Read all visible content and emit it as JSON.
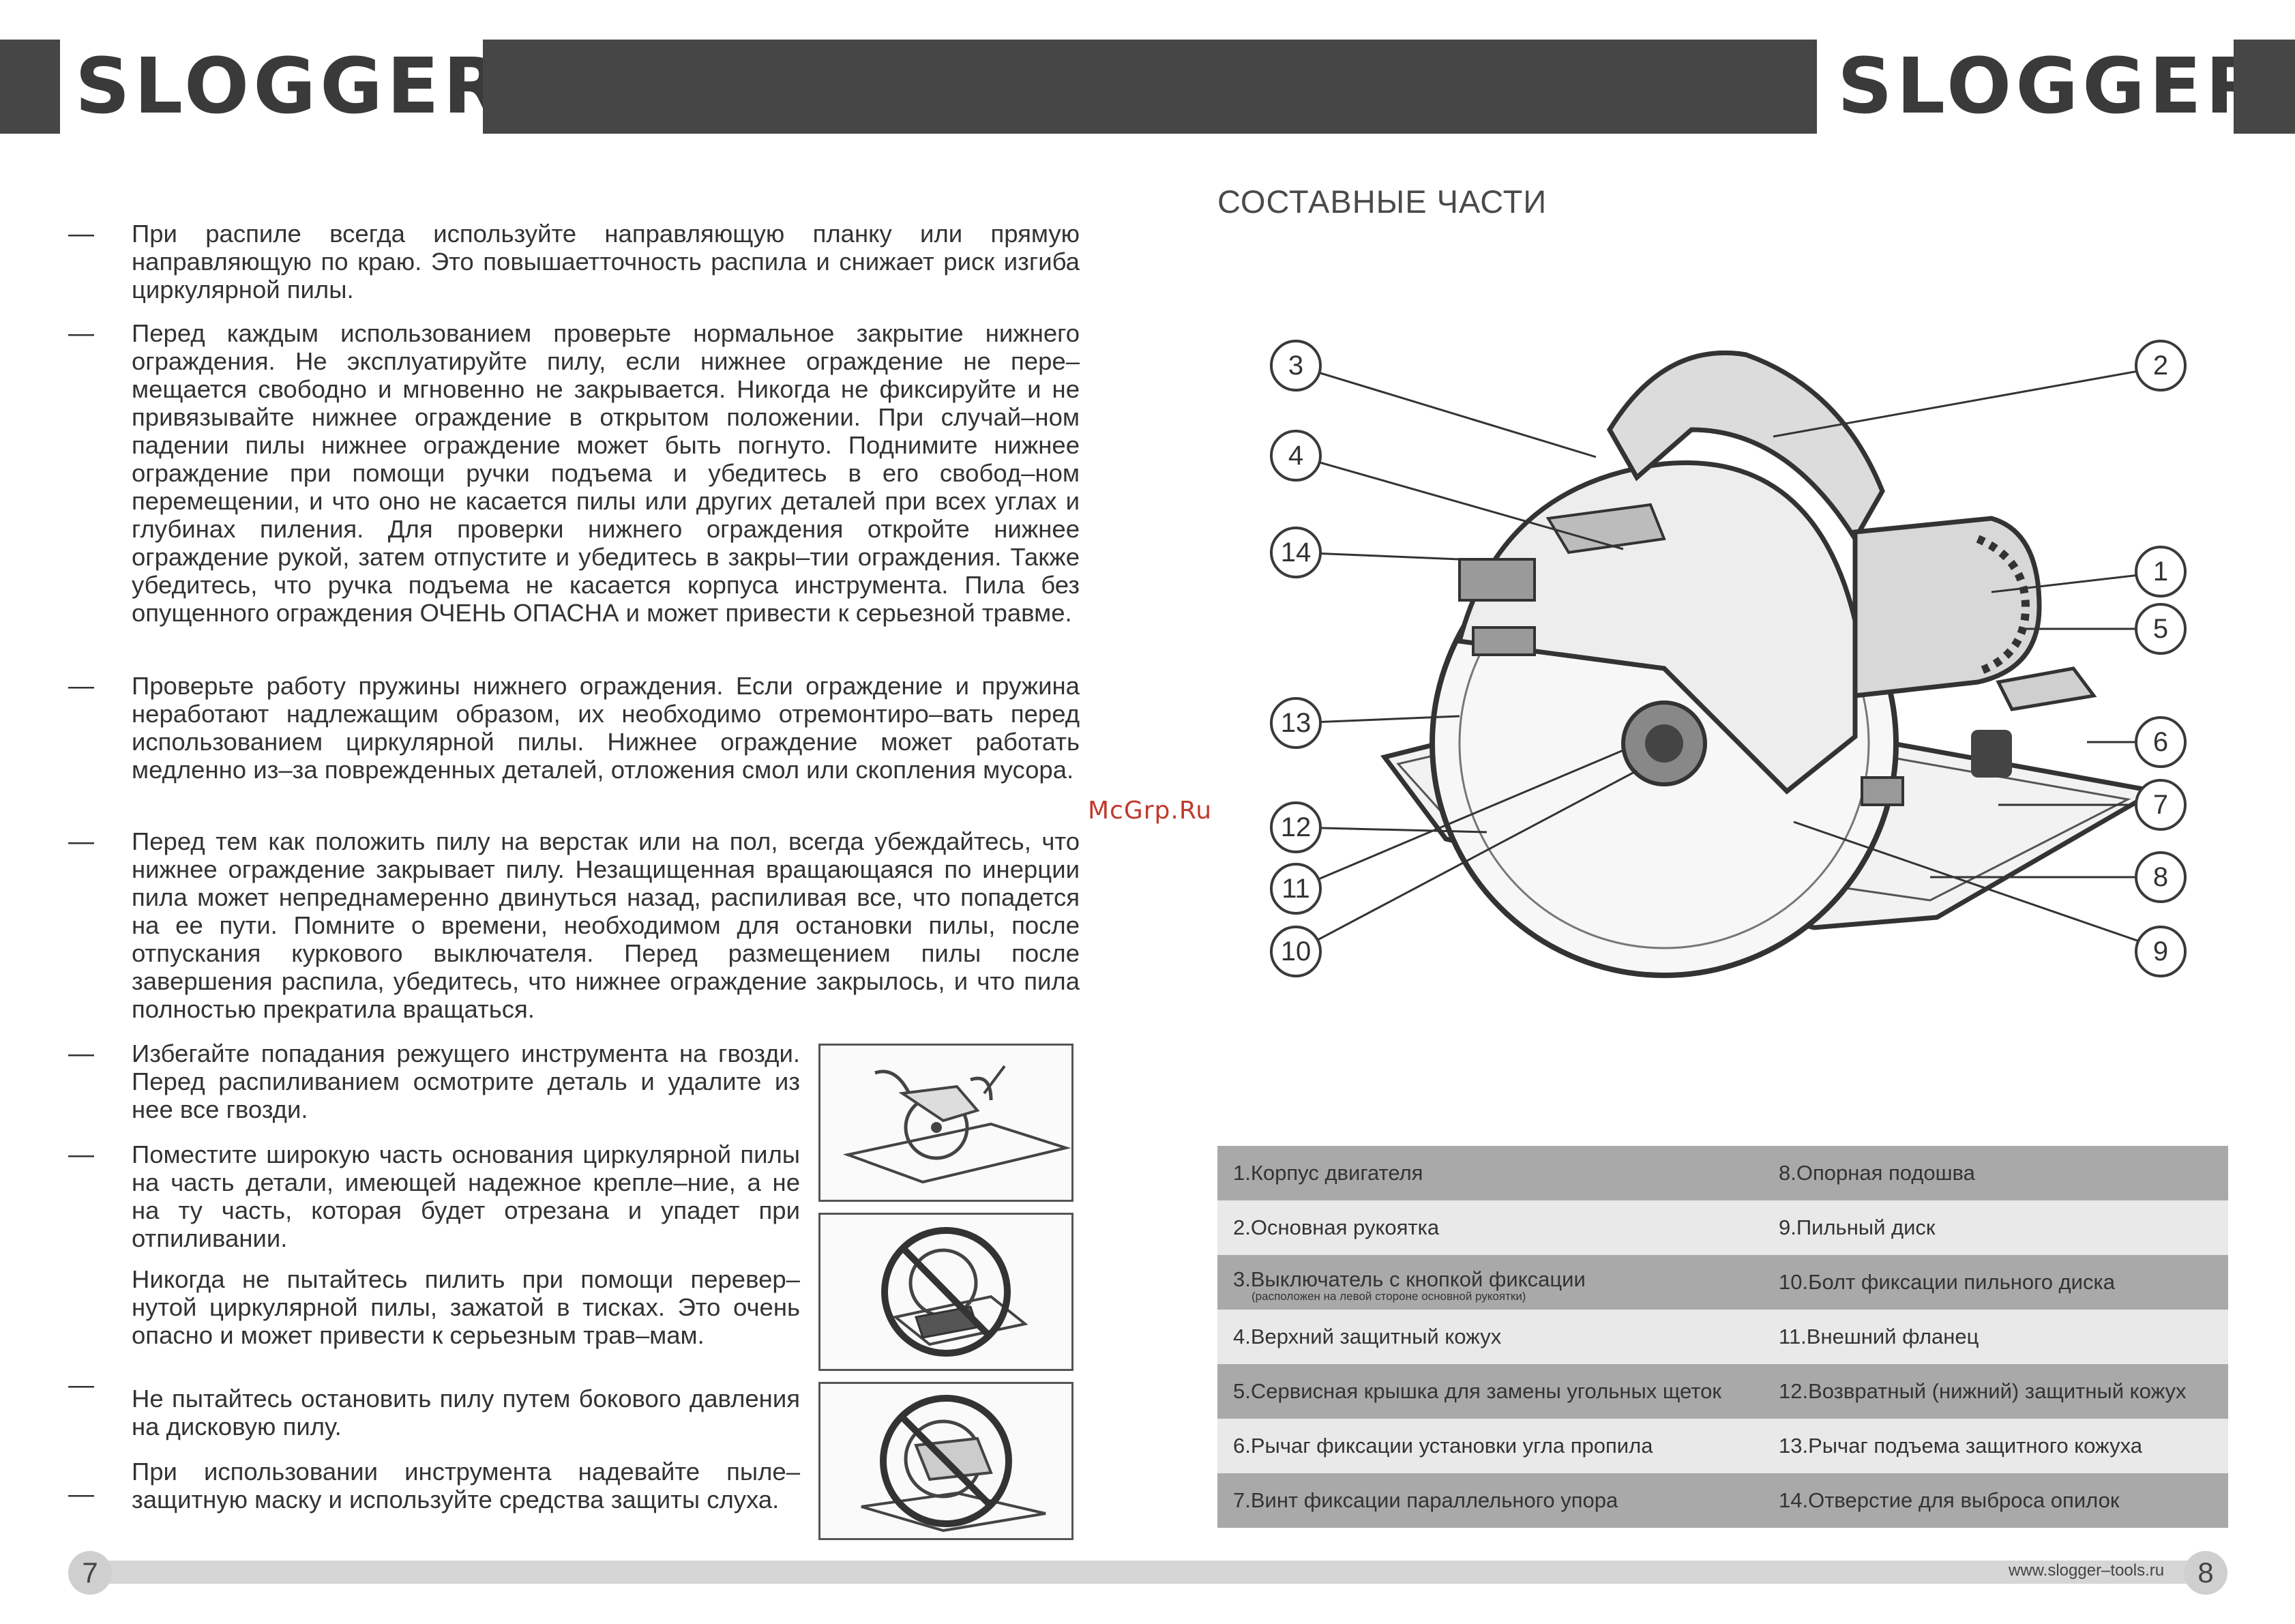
{
  "header": {
    "logo_left": "SLOGGER",
    "logo_right": "SLOGGER"
  },
  "left_page": {
    "paragraphs": [
      "При распиле всегда используйте направляющую планку или прямую направляющую по краю. Это повышаетточность распила и снижает риск изгиба циркулярной пилы.",
      "Перед каждым использованием проверьте нормальное закрытие нижнего ограждения. Не эксплуатируйте пилу, если нижнее ограждение не пере–мещается свободно и мгновенно не закрывается. Никогда не фиксируйте и не привязывайте нижнее ограждение в открытом положении. При случай–ном падении пилы нижнее ограждение может быть погнуто. Поднимите нижнее ограждение при помощи ручки подъема и убедитесь в его свобод–ном перемещении, и что  оно не касается пилы или других деталей при всех углах и глубинах пиления. Для проверки нижнего ограждения откройте нижнее ограждение рукой, затем отпустите и убедитесь в закры–тии ограждения. Также убедитесь, что ручка подъема не касается корпуса инструмента. Пила без опущенного ограждения ОЧЕНЬ ОПАСНА и может привести к серьезной травме.",
      "Проверьте работу пружины нижнего ограждения. Если ограждение и пружина неработают надлежащим образом, их необходимо отремонтиро–вать перед использованием циркулярной пилы. Нижнее ограждение может работать медленно из–за поврежденных деталей, отложения смол или скопления мусора.",
      "Перед тем как положить пилу на верстак или на пол, всегда убеждайтесь, что нижнее ограждение закрывает пилу. Незащищенная вращающаяся по инерции пила может непреднамеренно двинуться назад, распиливая все, что попадется на ее пути. Помните о времени, необходимом для остановки пилы, после отпускания куркового выключателя. Перед размещением пилы после завершения распила, убедитесь, что нижнее ограждение закрылось, и что пила полностью прекратила вращаться.",
      "Избегайте попадания режущего инструмента на гвозди. Перед распиливанием осмотрите деталь и удалите из нее все гвозди.",
      "Поместите широкую часть основания циркулярной пилы на часть детали, имеющей надежное крепле–ние, а не на ту часть, которая будет отрезана и упадет при отпиливании.",
      "Никогда не пытайтесь пилить при помощи перевер–нутой циркулярной пилы, зажатой в тисках. Это очень опасно и может привести к серьезным трав–мам.",
      "Не пытайтесь остановить пилу путем бокового давления на дисковую пилу.",
      "При использовании инструмента надевайте пыле–защитную маску и используйте средства защиты слуха."
    ],
    "dash": "—",
    "page_number": "7"
  },
  "right_page": {
    "title": "СОСТАВНЫЕ ЧАСТИ",
    "callouts": [
      "1",
      "2",
      "3",
      "4",
      "5",
      "6",
      "7",
      "8",
      "9",
      "10",
      "11",
      "12",
      "13",
      "14"
    ],
    "parts_rows": [
      {
        "left": "1.Корпус двигателя",
        "right": "8.Опорная подошва",
        "shade": "dark"
      },
      {
        "left": "2.Основная рукоятка",
        "right": "9.Пильный диск",
        "shade": "light"
      },
      {
        "left": "3.Выключатель с кнопкой фиксации",
        "note": "(расположен на левой стороне основной рукоятки)",
        "right": "10.Болт фиксации пильного диска",
        "shade": "dark"
      },
      {
        "left": "4.Верхний защитный кожух",
        "right": "11.Внешний фланец",
        "shade": "light"
      },
      {
        "left": "5.Сервисная крышка для замены угольных щеток",
        "right": "12.Возвратный (нижний) защитный кожух",
        "shade": "dark"
      },
      {
        "left": "6.Рычаг фиксации установки угла пропила",
        "right": "13.Рычаг подъема защитного кожуха",
        "shade": "light"
      },
      {
        "left": "7.Винт фиксации параллельного упора",
        "right": "14.Отверстие для выброса опилок",
        "shade": "dark"
      }
    ],
    "website": "www.slogger–tools.ru",
    "page_number": "8"
  },
  "watermark": "McGrp.Ru"
}
